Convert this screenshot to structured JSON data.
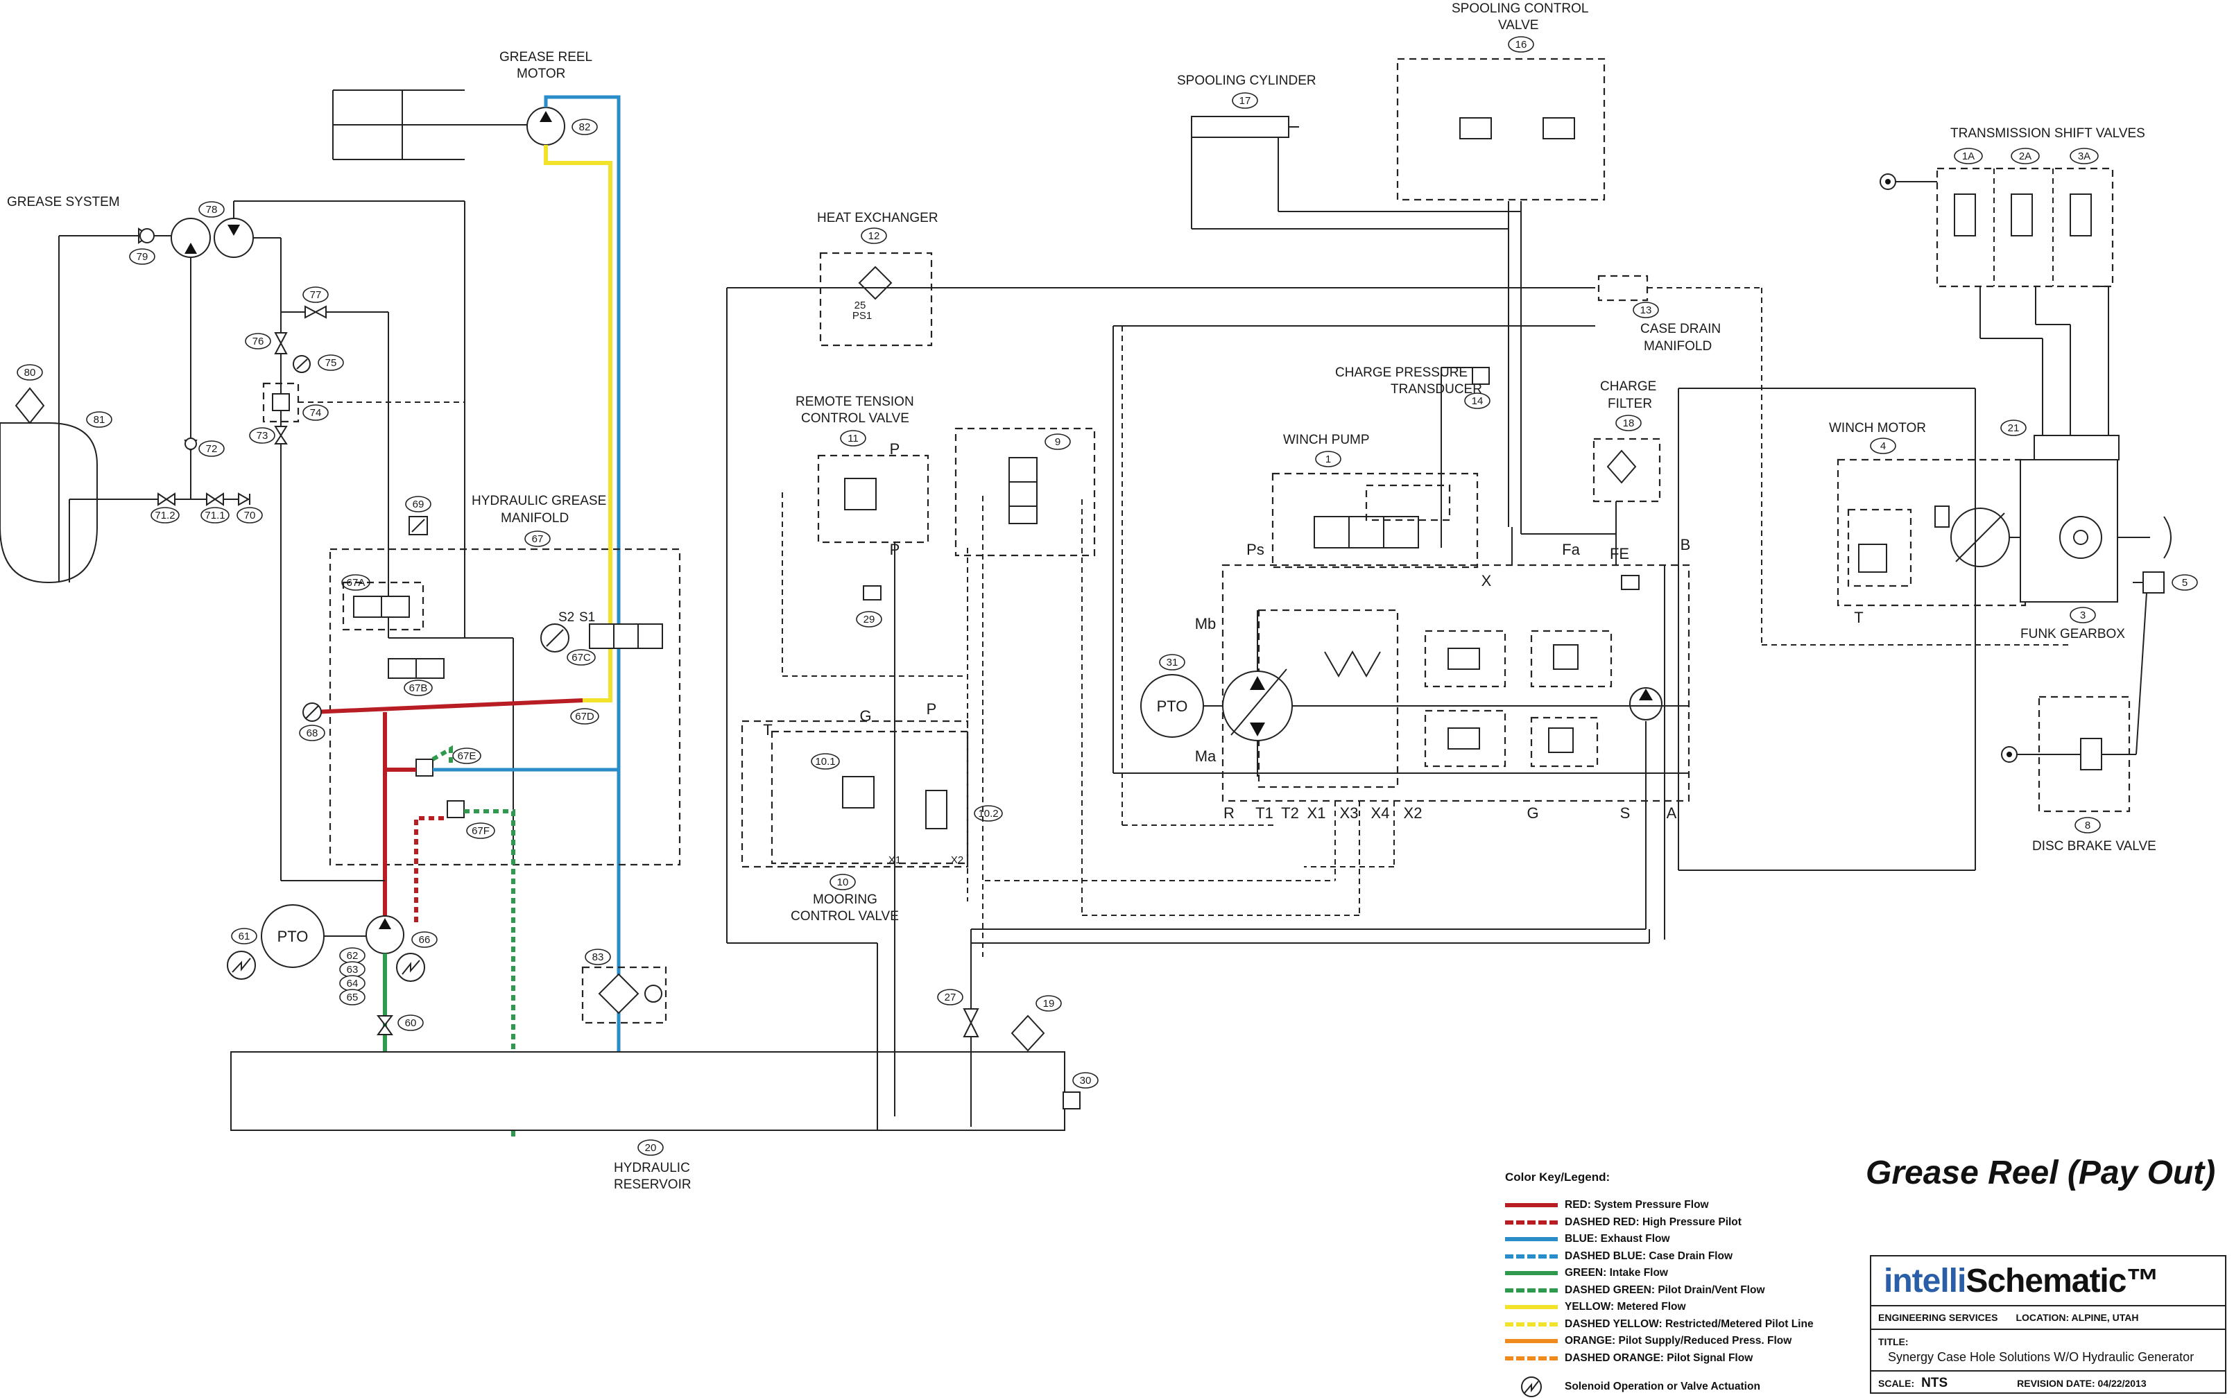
{
  "diagram": {
    "title": "Grease Reel (Pay Out)",
    "labels": {
      "grease_system": "GREASE SYSTEM",
      "grease_reel_motor": [
        "GREASE REEL",
        "MOTOR"
      ],
      "hydraulic_grease_manifold": [
        "HYDRAULIC GREASE",
        "MANIFOLD"
      ],
      "hydraulic_reservoir": [
        "HYDRAULIC",
        "RESERVOIR"
      ],
      "heat_exchanger": "HEAT EXCHANGER",
      "remote_tension_control_valve": [
        "REMOTE TENSION",
        "CONTROL VALVE"
      ],
      "mooring_control_valve": [
        "MOORING",
        "CONTROL VALVE"
      ],
      "spooling_cylinder": "SPOOLING CYLINDER",
      "spooling_control_valve": [
        "SPOOLING CONTROL",
        "VALVE"
      ],
      "case_drain_manifold": [
        "CASE DRAIN",
        "MANIFOLD"
      ],
      "charge_pressure_transducer": [
        "CHARGE PRESSURE",
        "TRANSDUCER"
      ],
      "charge_filter": [
        "CHARGE",
        "FILTER"
      ],
      "winch_pump": "WINCH PUMP",
      "winch_motor": "WINCH MOTOR",
      "transmission_shift_valves": "TRANSMISSION SHIFT VALVES",
      "funk_gearbox": "FUNK GEARBOX",
      "disc_brake_valve": "DISC BRAKE VALVE",
      "pto": "PTO"
    },
    "tags": {
      "t78": "78",
      "t79": "79",
      "t80": "80",
      "t81": "81",
      "t82": "82",
      "t77": "77",
      "t76": "76",
      "t75": "75",
      "t74": "74",
      "t73": "73",
      "t72": "72",
      "t71_2": "71.2",
      "t71_1": "71.1",
      "t70": "70",
      "t69": "69",
      "t67": "67",
      "t67a": "67A",
      "t67b": "67B",
      "t67c": "67C",
      "t67d": "67D",
      "t67e": "67E",
      "t67f": "67F",
      "t68": "68",
      "t61": "61",
      "t62": "62",
      "t63": "63",
      "t64": "64",
      "t65": "65",
      "t66": "66",
      "t60": "60",
      "t83": "83",
      "t20": "20",
      "t12": "12",
      "t11": "11",
      "t9": "9",
      "t29": "29",
      "t10": "10",
      "t10_1": "10.1",
      "t10_2": "10.2",
      "t17": "17",
      "t16": "16",
      "t13": "13",
      "t14": "14",
      "t18": "18",
      "t1": "1",
      "t31": "31",
      "t27": "27",
      "t19": "19",
      "t30": "30",
      "t4": "4",
      "t21": "21",
      "t3": "3",
      "t5": "5",
      "t8": "8",
      "t1a": "1A",
      "t2a": "2A",
      "t3a": "3A"
    },
    "ports": {
      "R": "R",
      "T1": "T1",
      "T2": "T2",
      "X1": "X1",
      "X3": "X3",
      "X4": "X4",
      "X2": "X2",
      "G": "G",
      "S": "S",
      "A": "A",
      "B": "B",
      "Ps": "Ps",
      "Fa": "Fa",
      "Fe": "FE",
      "Mb": "Mb",
      "Ma": "Ma",
      "P": "P",
      "T": "T",
      "X": "X",
      "S1": "S1",
      "S2": "S2",
      "x1": "X1",
      "x2": "X2",
      "ps1": "PS1",
      "ps25": "25"
    }
  },
  "legend": {
    "title": "Color Key/Legend:",
    "items": [
      {
        "color": "#b81d24",
        "style": "solid",
        "label": "RED: System Pressure Flow"
      },
      {
        "color": "#b81d24",
        "style": "dashed",
        "label": "DASHED RED: High Pressure Pilot"
      },
      {
        "color": "#2a8cc8",
        "style": "solid",
        "label": "BLUE: Exhaust Flow"
      },
      {
        "color": "#2a8cc8",
        "style": "dashed",
        "label": "DASHED BLUE: Case Drain Flow"
      },
      {
        "color": "#2f9a4d",
        "style": "solid",
        "label": "GREEN: Intake Flow"
      },
      {
        "color": "#2f9a4d",
        "style": "dashed",
        "label": "DASHED GREEN: Pilot Drain/Vent Flow"
      },
      {
        "color": "#f3e22a",
        "style": "solid",
        "label": "YELLOW: Metered Flow"
      },
      {
        "color": "#f3e22a",
        "style": "dashed",
        "label": "DASHED YELLOW: Restricted/Metered Pilot Line"
      },
      {
        "color": "#f08a1d",
        "style": "solid",
        "label": "ORANGE: Pilot Supply/Reduced Press. Flow"
      },
      {
        "color": "#f08a1d",
        "style": "dashed",
        "label": "DASHED ORANGE: Pilot Signal Flow"
      }
    ],
    "solenoid_label": "Solenoid Operation or Valve Actuation"
  },
  "title_block": {
    "logo_part1": "intelli",
    "logo_part2": "Schematic™",
    "engineering": "ENGINEERING SERVICES",
    "location": "LOCATION: ALPINE, UTAH",
    "title_label": "TITLE:",
    "title_value": "Synergy Case Hole Solutions W/O Hydraulic Generator",
    "scale_label": "SCALE:",
    "scale_value": "NTS",
    "revision": "REVISION DATE: 04/22/2013"
  }
}
